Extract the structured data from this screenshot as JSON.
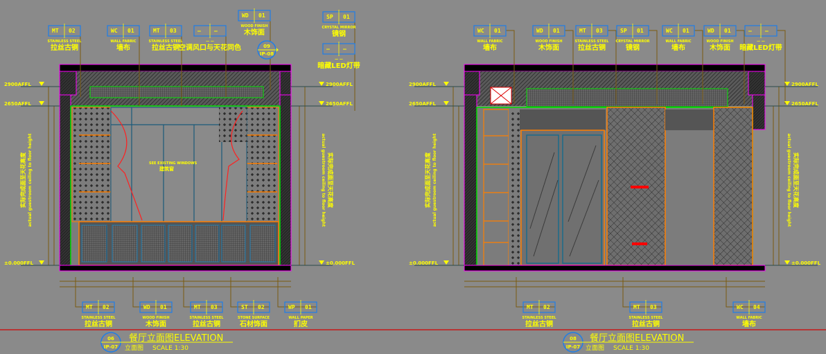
{
  "colors": {
    "background": "#8a8a8a",
    "annotation": "#ffff00",
    "tag_border": "#1e7ee8",
    "leader": "#7a5a10",
    "frame": "#ff00ff",
    "divider": "#d00000",
    "finish_line": "#00e000",
    "accent_orange": "#ff7f00"
  },
  "left_elevation": {
    "top_tags": [
      {
        "code": "MT",
        "num": "02",
        "en": "STAINLESS STEEL",
        "cn": "拉丝古铜"
      },
      {
        "code": "WC",
        "num": "01",
        "en": "WALL FABRIC",
        "cn": "墙布"
      },
      {
        "code": "MT",
        "num": "03",
        "en": "STAINLESS STEEL",
        "cn": "拉丝古铜"
      },
      {
        "code": "—",
        "num": "—",
        "en": "— —",
        "cn": "空调风口与天花同色"
      },
      {
        "code": "WD",
        "num": "01",
        "en": "WOOD FINISH",
        "cn": "木饰面"
      },
      {
        "code": "SP",
        "num": "01",
        "en": "CRYSTAL MIRROR",
        "cn": "镜钢"
      },
      {
        "code": "—",
        "num": "—",
        "en": "— —",
        "cn": "暗藏LED灯带"
      }
    ],
    "bottom_tags": [
      {
        "code": "MT",
        "num": "02",
        "en": "STAINLESS STEEL",
        "cn": "拉丝古铜"
      },
      {
        "code": "WD",
        "num": "01",
        "en": "WOOD FINISH",
        "cn": "木饰面"
      },
      {
        "code": "MT",
        "num": "03",
        "en": "STAINLESS STEEL",
        "cn": "拉丝古铜"
      },
      {
        "code": "ST",
        "num": "02",
        "en": "STONE SURFACE",
        "cn": "石材饰面"
      },
      {
        "code": "WP",
        "num": "01",
        "en": "WALL PAPER",
        "cn": "扪皮"
      }
    ],
    "section_marker": {
      "num": "09",
      "sheet": "IP-08"
    },
    "window_note": {
      "en": "SEE EXISTING WINDOWS",
      "cn": "建筑窗"
    },
    "levels": [
      "2900AFFL",
      "2650AFFL",
      "±0.000FFL"
    ],
    "vertical_note": {
      "cn": "实际完成面至天花高度",
      "en": "actual guestroom ceiling to floor height"
    },
    "title": {
      "num": "06",
      "sheet": "IP-07",
      "name": "餐厅立面图ELEVATION",
      "sub": "立面图",
      "scale": "SCALE  1:30"
    }
  },
  "right_elevation": {
    "top_tags": [
      {
        "code": "WC",
        "num": "01",
        "en": "WALL FABRIC",
        "cn": "墙布"
      },
      {
        "code": "WD",
        "num": "01",
        "en": "WOOD FINISH",
        "cn": "木饰面"
      },
      {
        "code": "MT",
        "num": "03",
        "en": "STAINLESS STEEL",
        "cn": "拉丝古铜"
      },
      {
        "code": "SP",
        "num": "01",
        "en": "CRYSTAL MIRROR",
        "cn": "镜钢"
      },
      {
        "code": "WC",
        "num": "01",
        "en": "WALL FABRIC",
        "cn": "墙布"
      },
      {
        "code": "WD",
        "num": "01",
        "en": "WOOD FINISH",
        "cn": "木饰面"
      },
      {
        "code": "—",
        "num": "—",
        "en": "— —",
        "cn": "暗藏LED灯带"
      }
    ],
    "bottom_tags": [
      {
        "code": "MT",
        "num": "02",
        "en": "STAINLESS STEEL",
        "cn": "拉丝古铜"
      },
      {
        "code": "MT",
        "num": "03",
        "en": "STAINLESS STEEL",
        "cn": "拉丝古铜"
      },
      {
        "code": "WC",
        "num": "04",
        "en": "WALL FABRIC",
        "cn": "墙布"
      }
    ],
    "levels": [
      "2900AFFL",
      "2650AFFL",
      "±0.000FFL"
    ],
    "vertical_note": {
      "cn": "实际完成面至天花高度",
      "en": "actual guestroom ceiling to floor height"
    },
    "title": {
      "num": "08",
      "sheet": "IP-07",
      "name": "餐厅立面图ELEVATION",
      "sub": "立面图",
      "scale": "SCALE  1:30"
    }
  }
}
